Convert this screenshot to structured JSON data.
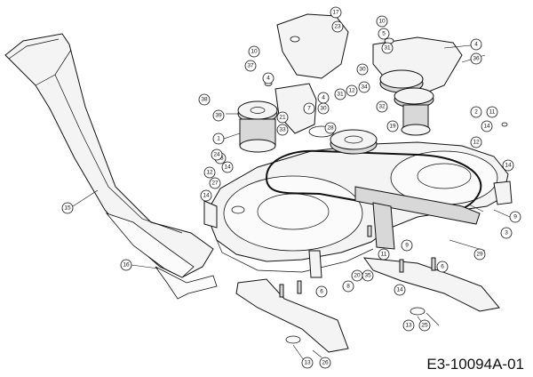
{
  "figure_code": "E3-10094A-01",
  "callouts": [
    {
      "id": "c-1",
      "label": "1"
    },
    {
      "id": "c-2",
      "label": "2"
    },
    {
      "id": "c-3",
      "label": "3"
    },
    {
      "id": "c-4a",
      "label": "4"
    },
    {
      "id": "c-4b",
      "label": "4"
    },
    {
      "id": "c-4c",
      "label": "4"
    },
    {
      "id": "c-5",
      "label": "5"
    },
    {
      "id": "c-6a",
      "label": "6"
    },
    {
      "id": "c-6b",
      "label": "6"
    },
    {
      "id": "c-7",
      "label": "7"
    },
    {
      "id": "c-8",
      "label": "8"
    },
    {
      "id": "c-9a",
      "label": "9"
    },
    {
      "id": "c-9b",
      "label": "9"
    },
    {
      "id": "c-10a",
      "label": "10"
    },
    {
      "id": "c-10b",
      "label": "10"
    },
    {
      "id": "c-11a",
      "label": "11"
    },
    {
      "id": "c-11b",
      "label": "11"
    },
    {
      "id": "c-12a",
      "label": "12"
    },
    {
      "id": "c-12b",
      "label": "12"
    },
    {
      "id": "c-12c",
      "label": "12"
    },
    {
      "id": "c-13a",
      "label": "13"
    },
    {
      "id": "c-13b",
      "label": "13"
    },
    {
      "id": "c-14a",
      "label": "14"
    },
    {
      "id": "c-14b",
      "label": "14"
    },
    {
      "id": "c-14c",
      "label": "14"
    },
    {
      "id": "c-14d",
      "label": "14"
    },
    {
      "id": "c-14e",
      "label": "14"
    },
    {
      "id": "c-15",
      "label": "15"
    },
    {
      "id": "c-16",
      "label": "16"
    },
    {
      "id": "c-17",
      "label": "17"
    },
    {
      "id": "c-18",
      "label": "18"
    },
    {
      "id": "c-19",
      "label": "19"
    },
    {
      "id": "c-20",
      "label": "20"
    },
    {
      "id": "c-21",
      "label": "21"
    },
    {
      "id": "c-23",
      "label": "23"
    },
    {
      "id": "c-24",
      "label": "24"
    },
    {
      "id": "c-25",
      "label": "25"
    },
    {
      "id": "c-26",
      "label": "26"
    },
    {
      "id": "c-27",
      "label": "27"
    },
    {
      "id": "c-28",
      "label": "28"
    },
    {
      "id": "c-29",
      "label": "29"
    },
    {
      "id": "c-30a",
      "label": "30"
    },
    {
      "id": "c-30b",
      "label": "30"
    },
    {
      "id": "c-31a",
      "label": "31"
    },
    {
      "id": "c-31b",
      "label": "31"
    },
    {
      "id": "c-32",
      "label": "32"
    },
    {
      "id": "c-33",
      "label": "33"
    },
    {
      "id": "c-34",
      "label": "34"
    },
    {
      "id": "c-35",
      "label": "35"
    },
    {
      "id": "c-36",
      "label": "36"
    },
    {
      "id": "c-37",
      "label": "37"
    },
    {
      "id": "c-38",
      "label": "38"
    },
    {
      "id": "c-39",
      "label": "39"
    }
  ]
}
